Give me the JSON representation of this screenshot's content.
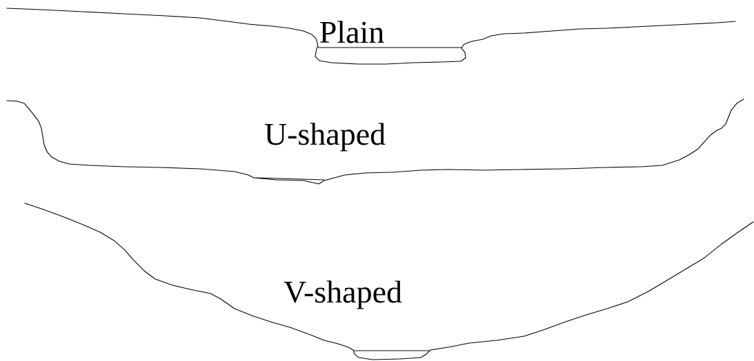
{
  "profiles": [
    {
      "id": "plain",
      "label": "Plain"
    },
    {
      "id": "u-shaped",
      "label": "U-shaped"
    },
    {
      "id": "v-shaped",
      "label": "V-shaped"
    }
  ]
}
